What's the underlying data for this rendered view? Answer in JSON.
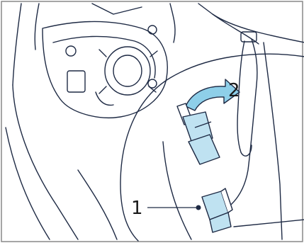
{
  "diagram": {
    "callouts": [
      {
        "id": "connector",
        "number": "1"
      },
      {
        "id": "bulb-rotation",
        "number": "2"
      }
    ],
    "colors": {
      "outline": "#1e2a44",
      "bulb_fill": "#bfe2f1",
      "arrow_fill": "#8ecfe9",
      "frame": "#888888",
      "background": "#ffffff"
    }
  }
}
